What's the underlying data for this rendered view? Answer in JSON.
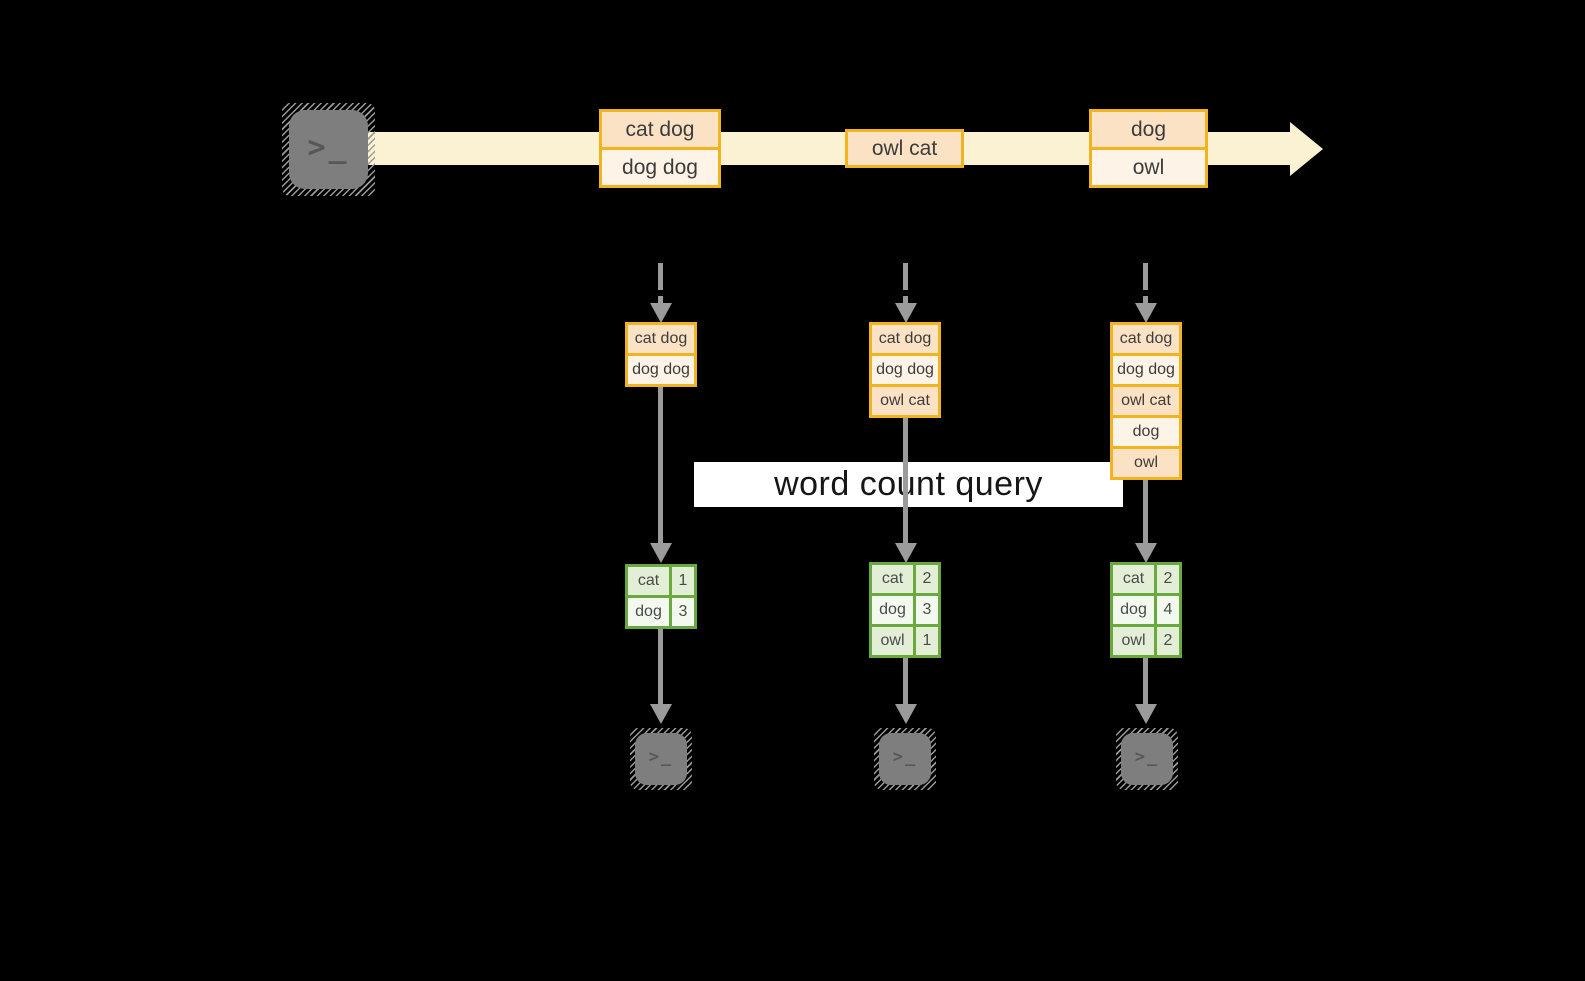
{
  "diagram": {
    "query_label": "word count query",
    "terminal_glyph": ">_",
    "colors": {
      "background": "#000000",
      "stream_band": "#faf2d2",
      "event_fill_dark": "#fbe2c4",
      "event_fill_light": "#fdf3e6",
      "event_border": "#f0b41e",
      "connector_gray": "#9b9b9b",
      "terminal_gray": "#7e7e7e",
      "table_border_green": "#6aa93e",
      "table_cell_green": "#e3eed7",
      "table_cell_white": "#f4f9f0",
      "query_band": "#ffffff"
    },
    "stream_events": [
      {
        "rows": [
          "cat dog",
          "dog dog"
        ]
      },
      {
        "rows": [
          "owl cat"
        ]
      },
      {
        "rows": [
          "dog",
          "owl"
        ]
      }
    ],
    "buffers": [
      {
        "rows": [
          "cat dog",
          "dog dog"
        ]
      },
      {
        "rows": [
          "cat dog",
          "dog dog",
          "owl cat"
        ]
      },
      {
        "rows": [
          "cat dog",
          "dog dog",
          "owl cat",
          "dog",
          "owl"
        ]
      }
    ],
    "count_tables": [
      {
        "rows": [
          {
            "word": "cat",
            "count": "1"
          },
          {
            "word": "dog",
            "count": "3"
          }
        ]
      },
      {
        "rows": [
          {
            "word": "cat",
            "count": "2"
          },
          {
            "word": "dog",
            "count": "3"
          },
          {
            "word": "owl",
            "count": "1"
          }
        ]
      },
      {
        "rows": [
          {
            "word": "cat",
            "count": "2"
          },
          {
            "word": "dog",
            "count": "4"
          },
          {
            "word": "owl",
            "count": "2"
          }
        ]
      }
    ]
  }
}
